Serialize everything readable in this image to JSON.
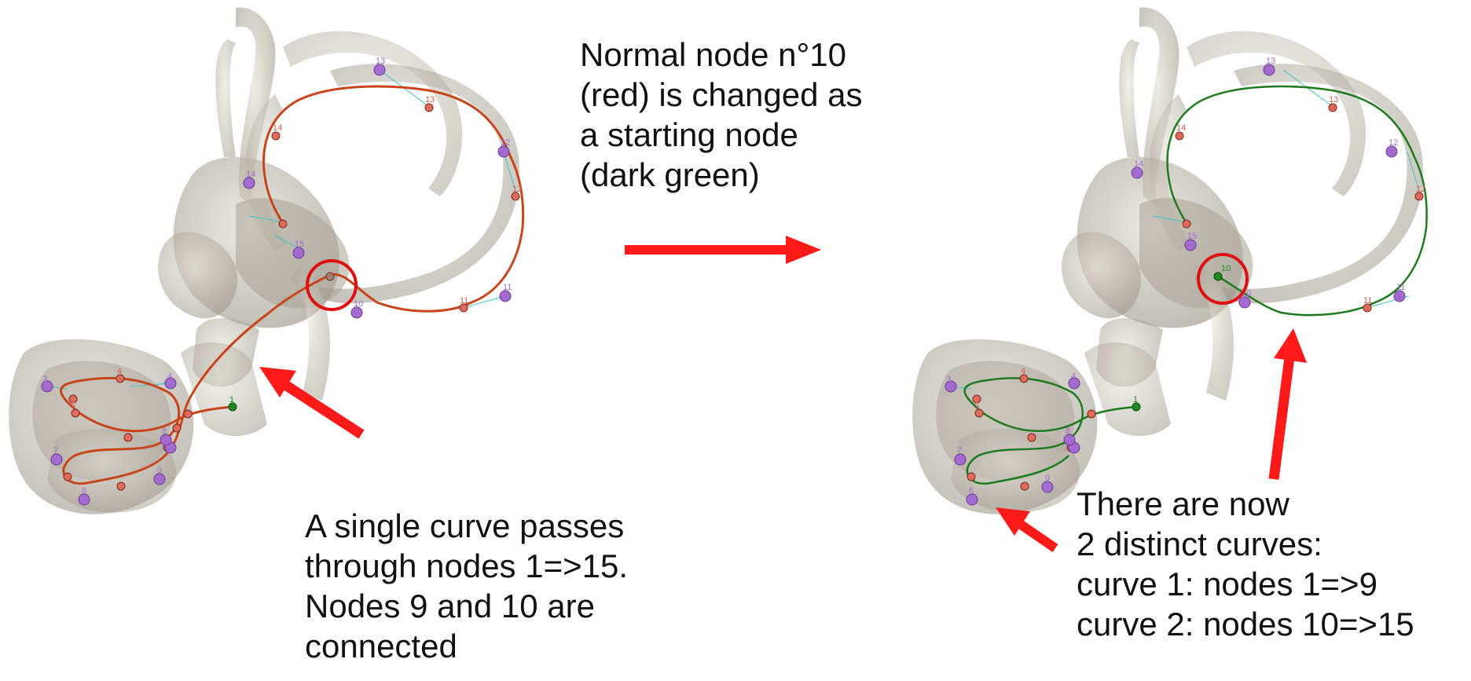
{
  "captions": {
    "top": [
      "Normal node n°10",
      "(red) is changed as",
      "a starting  node",
      "(dark green)"
    ],
    "left": [
      "A single curve passes",
      "through nodes 1=>15.",
      "Nodes 9 and 10 are",
      "connected"
    ],
    "right": [
      "There are now",
      "2 distinct curves:",
      "curve 1: nodes 1=>9",
      "curve 2: nodes 10=>15"
    ]
  },
  "before_panel": {
    "curve_color": "#c8441a",
    "curve_nodes": [
      "1",
      "2",
      "3",
      "4",
      "5",
      "6",
      "7",
      "8",
      "9",
      "10",
      "11",
      "12",
      "13",
      "14",
      "15"
    ],
    "control_nodes": [
      "3",
      "4",
      "4",
      "5",
      "6",
      "7",
      "8",
      "9",
      "10",
      "11",
      "12",
      "13",
      "14",
      "15"
    ]
  },
  "after_panel": {
    "curve_color": "#1f7a1f",
    "curve_nodes": [
      "1",
      "2",
      "3",
      "4",
      "5",
      "6",
      "7",
      "8",
      "9",
      "10",
      "11",
      "12",
      "13",
      "14",
      "15"
    ],
    "control_nodes": [
      "3",
      "4",
      "4",
      "5",
      "6",
      "7",
      "8",
      "9",
      "10",
      "11",
      "12",
      "13",
      "14",
      "15"
    ]
  },
  "colors": {
    "arrow": "#ff1a1a",
    "highlight_circle": "#e01010",
    "start_node": "#1e8a1e",
    "curve_node": "#e06a5a",
    "control_node": "#a36bd0",
    "anatomy": "#b8b2a4"
  }
}
